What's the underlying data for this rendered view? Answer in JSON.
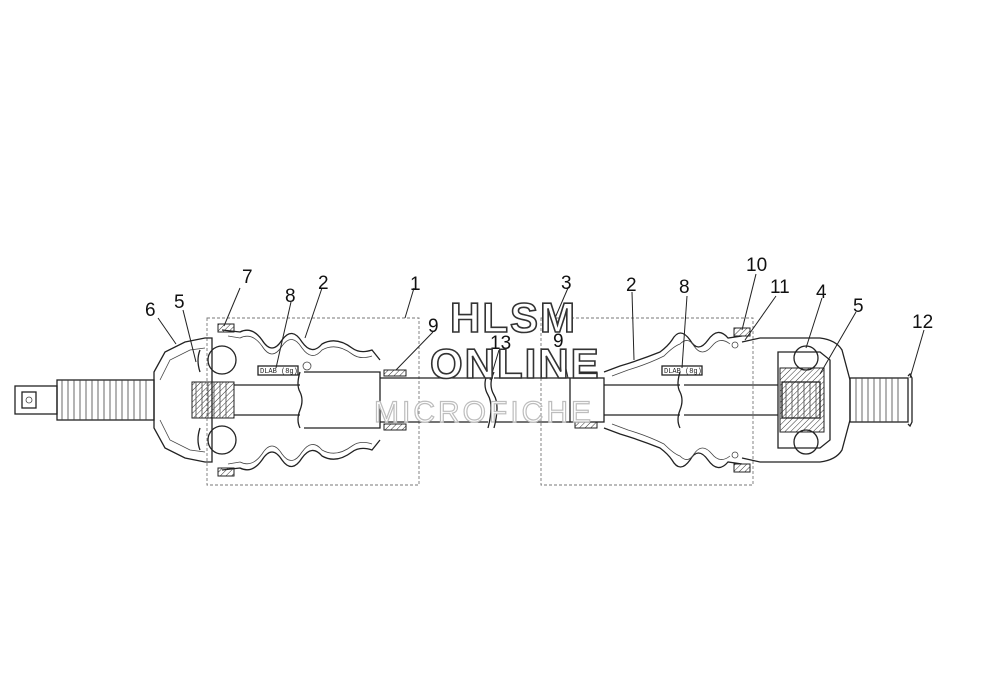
{
  "callouts": [
    {
      "id": "c1",
      "text": "1"
    },
    {
      "id": "c2a",
      "text": "2"
    },
    {
      "id": "c2b",
      "text": "2"
    },
    {
      "id": "c3",
      "text": "3"
    },
    {
      "id": "c4",
      "text": "4"
    },
    {
      "id": "c5a",
      "text": "5"
    },
    {
      "id": "c5b",
      "text": "5"
    },
    {
      "id": "c6",
      "text": "6"
    },
    {
      "id": "c7",
      "text": "7"
    },
    {
      "id": "c8a",
      "text": "8"
    },
    {
      "id": "c8b",
      "text": "8"
    },
    {
      "id": "c9a",
      "text": "9"
    },
    {
      "id": "c9b",
      "text": "9"
    },
    {
      "id": "c10",
      "text": "10"
    },
    {
      "id": "c11",
      "text": "11"
    },
    {
      "id": "c12",
      "text": "12"
    },
    {
      "id": "c13",
      "text": "13"
    }
  ],
  "watermark": {
    "line1": "HLSM",
    "line2": "ONLINE",
    "line3": "MICROFICHE"
  },
  "boot_tags": {
    "left": "DLAB (8g)",
    "right": "DLAB (8g)"
  },
  "colors": {
    "line": "#222222",
    "background": "#ffffff"
  }
}
